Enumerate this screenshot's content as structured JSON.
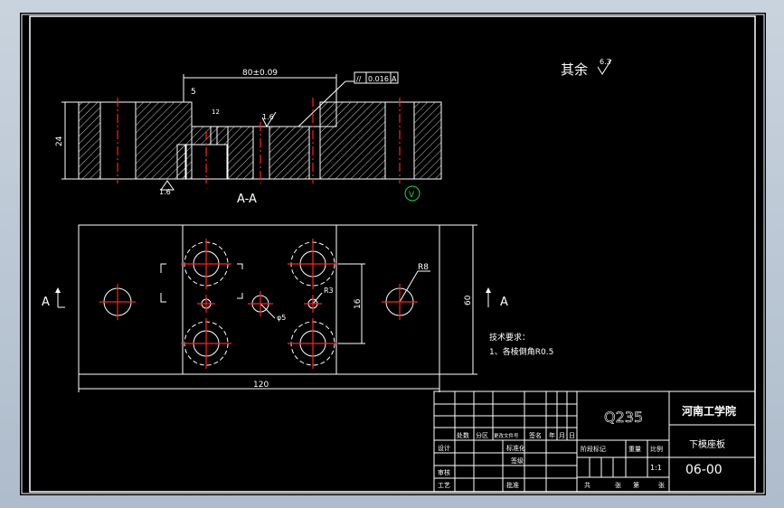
{
  "drawing": {
    "colors": {
      "background": "#000000",
      "line": "#ffffff",
      "centerline": "#ff2020",
      "frame_outer": "#c9d3de"
    },
    "surface_note": {
      "text": "其余",
      "value": "6.3"
    },
    "section_view": {
      "label": "A-A",
      "dim_length": "80±0.09",
      "dim_height": "24",
      "dim_5": "5",
      "dim_12": "12",
      "roughness_top": "1.6",
      "roughness_bottom": "1.6",
      "tolerance_symbol": "//",
      "tolerance_value": "0.016",
      "tolerance_datum": "A"
    },
    "plan_view": {
      "section_mark_left": "A",
      "section_mark_right": "A",
      "dim_width": "120",
      "dim_height": "60",
      "dim_16": "16",
      "label_r8": "R8",
      "label_r3": "R3",
      "label_phi5": "φ5"
    },
    "tech_requirements": {
      "title": "技术要求：",
      "item1": "1、各棱倒角R0.5"
    },
    "title_block": {
      "material": "Q235",
      "school": "河南工学院",
      "part_name": "下模座板",
      "drawing_no": "06-00",
      "scale_value": "1:1",
      "rev_headers": [
        "处数",
        "分区",
        "更改文件号",
        "签名",
        "年",
        "月",
        "日"
      ],
      "role_design": "设计",
      "role_standardize": "标准化",
      "role_check": "审核",
      "role_process": "工艺",
      "role_approve": "批准",
      "role_stamp": "签级",
      "stage_headers": [
        "阶段标记",
        "重量",
        "比例"
      ],
      "sheet_labels": [
        "共",
        "张",
        "第",
        "张"
      ]
    }
  }
}
